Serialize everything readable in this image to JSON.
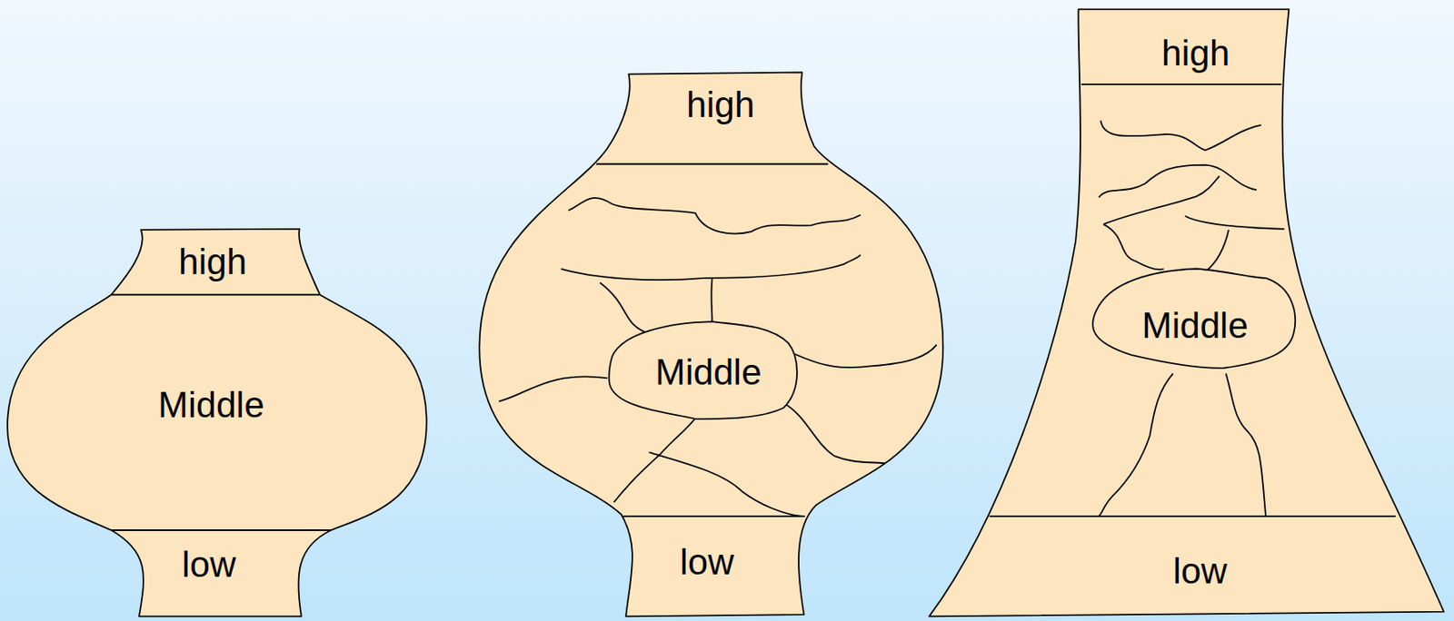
{
  "diagram": {
    "nodes": [
      {
        "text": [
          "high"
        ]
      },
      {
        "text": [
          "Middle"
        ]
      },
      {
        "text": [
          "low"
        ]
      },
      {
        "text": [
          "high"
        ]
      },
      {
        "text": [
          "Middle"
        ]
      },
      {
        "text": [
          "low"
        ]
      },
      {
        "text": [
          "high"
        ]
      },
      {
        "text": [
          "Middle"
        ]
      },
      {
        "text": [
          "low"
        ]
      }
    ]
  }
}
